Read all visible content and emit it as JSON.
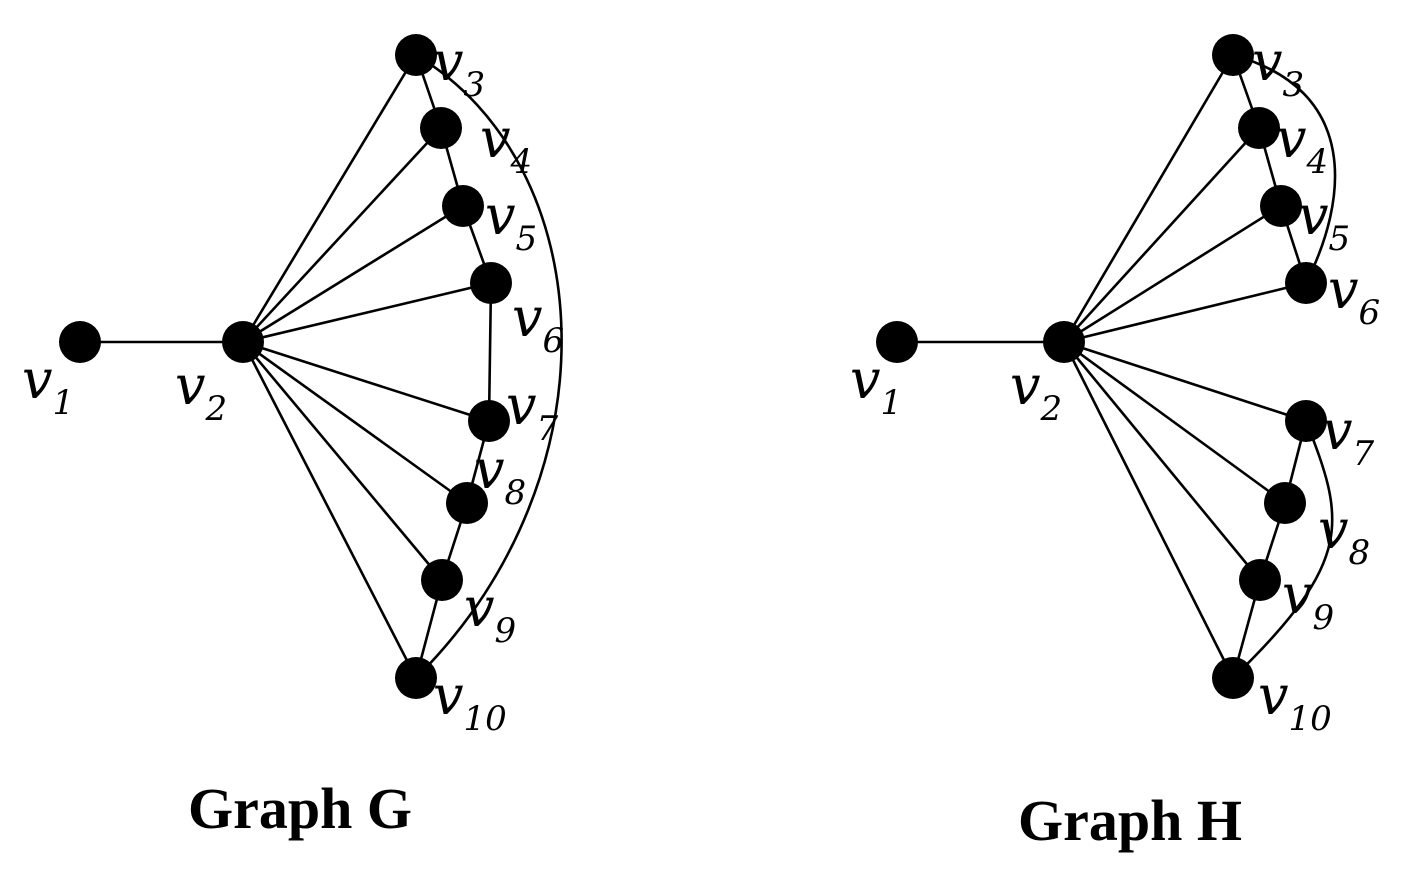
{
  "graphs": [
    {
      "caption": "Graph G",
      "vertices": [
        {
          "id": "v1",
          "letter": "v",
          "sub": "1"
        },
        {
          "id": "v2",
          "letter": "v",
          "sub": "2"
        },
        {
          "id": "v3",
          "letter": "v",
          "sub": "3"
        },
        {
          "id": "v4",
          "letter": "v",
          "sub": "4"
        },
        {
          "id": "v5",
          "letter": "v",
          "sub": "5"
        },
        {
          "id": "v6",
          "letter": "v",
          "sub": "6"
        },
        {
          "id": "v7",
          "letter": "v",
          "sub": "7"
        },
        {
          "id": "v8",
          "letter": "v",
          "sub": "8"
        },
        {
          "id": "v9",
          "letter": "v",
          "sub": "9"
        },
        {
          "id": "v10",
          "letter": "v",
          "sub": "10"
        }
      ],
      "edges": [
        [
          "v1",
          "v2"
        ],
        [
          "v2",
          "v3"
        ],
        [
          "v2",
          "v4"
        ],
        [
          "v2",
          "v5"
        ],
        [
          "v2",
          "v6"
        ],
        [
          "v2",
          "v7"
        ],
        [
          "v2",
          "v8"
        ],
        [
          "v2",
          "v9"
        ],
        [
          "v2",
          "v10"
        ],
        [
          "v3",
          "v4"
        ],
        [
          "v4",
          "v5"
        ],
        [
          "v5",
          "v6"
        ],
        [
          "v6",
          "v7"
        ],
        [
          "v7",
          "v8"
        ],
        [
          "v8",
          "v9"
        ],
        [
          "v9",
          "v10"
        ],
        [
          "v3",
          "v10"
        ]
      ]
    },
    {
      "caption": "Graph H",
      "vertices": [
        {
          "id": "v1",
          "letter": "v",
          "sub": "1"
        },
        {
          "id": "v2",
          "letter": "v",
          "sub": "2"
        },
        {
          "id": "v3",
          "letter": "v",
          "sub": "3"
        },
        {
          "id": "v4",
          "letter": "v",
          "sub": "4"
        },
        {
          "id": "v5",
          "letter": "v",
          "sub": "5"
        },
        {
          "id": "v6",
          "letter": "v",
          "sub": "6"
        },
        {
          "id": "v7",
          "letter": "v",
          "sub": "7"
        },
        {
          "id": "v8",
          "letter": "v",
          "sub": "8"
        },
        {
          "id": "v9",
          "letter": "v",
          "sub": "9"
        },
        {
          "id": "v10",
          "letter": "v",
          "sub": "10"
        }
      ],
      "edges": [
        [
          "v1",
          "v2"
        ],
        [
          "v2",
          "v3"
        ],
        [
          "v2",
          "v4"
        ],
        [
          "v2",
          "v5"
        ],
        [
          "v2",
          "v6"
        ],
        [
          "v2",
          "v7"
        ],
        [
          "v2",
          "v8"
        ],
        [
          "v2",
          "v9"
        ],
        [
          "v2",
          "v10"
        ],
        [
          "v3",
          "v4"
        ],
        [
          "v4",
          "v5"
        ],
        [
          "v5",
          "v6"
        ],
        [
          "v3",
          "v6"
        ],
        [
          "v7",
          "v8"
        ],
        [
          "v8",
          "v9"
        ],
        [
          "v9",
          "v10"
        ],
        [
          "v7",
          "v10"
        ]
      ]
    }
  ]
}
